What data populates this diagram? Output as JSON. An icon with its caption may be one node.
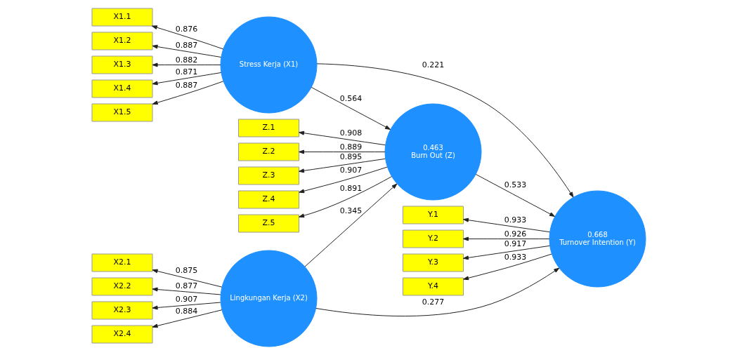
{
  "diagram": {
    "nodes": [
      {
        "text": [
          "X1.1"
        ]
      },
      {
        "text": [
          "X1.2"
        ]
      },
      {
        "text": [
          "X1.3"
        ]
      },
      {
        "text": [
          "X1.4"
        ]
      },
      {
        "text": [
          "X1.5"
        ]
      },
      {
        "text": [
          "Stress Kerja (X1)"
        ]
      },
      {
        "text": [
          "Z.1"
        ]
      },
      {
        "text": [
          "Z.2"
        ]
      },
      {
        "text": [
          "Z.3"
        ]
      },
      {
        "text": [
          "Z.4"
        ]
      },
      {
        "text": [
          "Z.5"
        ]
      },
      {
        "text": [
          "0.463",
          "Burn Out (Z)"
        ]
      },
      {
        "text": [
          "Y.1"
        ]
      },
      {
        "text": [
          "Y.2"
        ]
      },
      {
        "text": [
          "Y.3"
        ]
      },
      {
        "text": [
          "Y.4"
        ]
      },
      {
        "text": [
          "0.668",
          "Turnover Intention (Y)"
        ]
      },
      {
        "text": [
          "X2.1"
        ]
      },
      {
        "text": [
          "X2.2"
        ]
      },
      {
        "text": [
          "X2.3"
        ]
      },
      {
        "text": [
          "X2.4"
        ]
      },
      {
        "text": [
          "Lingkungan Kerja (X2)"
        ]
      }
    ],
    "edges": [
      {
        "from": 5,
        "to": 0,
        "arrow": "to",
        "label": "0.876"
      },
      {
        "from": 5,
        "to": 1,
        "arrow": "to",
        "label": "0.887"
      },
      {
        "from": 5,
        "to": 2,
        "arrow": "to",
        "label": "0.882"
      },
      {
        "from": 5,
        "to": 3,
        "arrow": "to",
        "label": "0.871"
      },
      {
        "from": 5,
        "to": 4,
        "arrow": "to",
        "label": "0.887"
      },
      {
        "from": 5,
        "to": 11,
        "arrow": "to",
        "label": "0.564"
      },
      {
        "from": 5,
        "to": 16,
        "arrow": "to",
        "label": "0.221"
      },
      {
        "from": 11,
        "to": 6,
        "arrow": "to",
        "label": "0.908"
      },
      {
        "from": 11,
        "to": 7,
        "arrow": "to",
        "label": "0.889"
      },
      {
        "from": 11,
        "to": 8,
        "arrow": "to",
        "label": "0.895"
      },
      {
        "from": 11,
        "to": 9,
        "arrow": "to",
        "label": "0.907"
      },
      {
        "from": 11,
        "to": 10,
        "arrow": "to",
        "label": "0.891"
      },
      {
        "from": 11,
        "to": 16,
        "arrow": "to",
        "label": "0.533"
      },
      {
        "from": 16,
        "to": 12,
        "arrow": "to",
        "label": "0.933"
      },
      {
        "from": 16,
        "to": 13,
        "arrow": "to",
        "label": "0.926"
      },
      {
        "from": 16,
        "to": 14,
        "arrow": "to",
        "label": "0.917"
      },
      {
        "from": 16,
        "to": 15,
        "arrow": "to",
        "label": "0.933"
      },
      {
        "from": 21,
        "to": 17,
        "arrow": "to",
        "label": "0.875"
      },
      {
        "from": 21,
        "to": 18,
        "arrow": "to",
        "label": "0.877"
      },
      {
        "from": 21,
        "to": 19,
        "arrow": "to",
        "label": "0.907"
      },
      {
        "from": 21,
        "to": 20,
        "arrow": "to",
        "label": "0.884"
      },
      {
        "from": 21,
        "to": 11,
        "arrow": "to",
        "label": "0.345"
      },
      {
        "from": 21,
        "to": 16,
        "arrow": "to",
        "label": "0.277"
      }
    ]
  }
}
